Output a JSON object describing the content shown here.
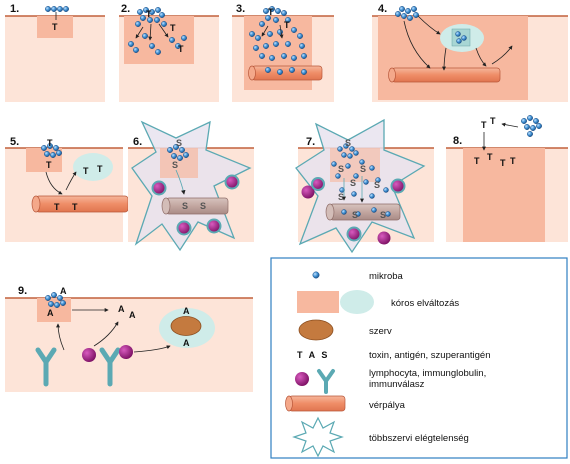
{
  "panels": {
    "p1": {
      "num": "1.",
      "t1": "T"
    },
    "p2": {
      "num": "2.",
      "t1": "T",
      "t2": "T",
      "t3": "T"
    },
    "p3": {
      "num": "3.",
      "t1": "T",
      "t2": "T"
    },
    "p4": {
      "num": "4."
    },
    "p5": {
      "num": "5.",
      "t1": "T",
      "t2": "T",
      "t3": "T",
      "t4": "T",
      "t5": "T"
    },
    "p6": {
      "num": "6.",
      "s1": "S",
      "s2": "S",
      "s3": "S",
      "s4": "S"
    },
    "p7": {
      "num": "7.",
      "s1": "S",
      "s2": "S",
      "s3": "S",
      "s4": "S",
      "s5": "S",
      "s6": "S",
      "s7": "S",
      "s8": "S"
    },
    "p8": {
      "num": "8.",
      "t1": "T",
      "t2": "T",
      "t3": "T",
      "t4": "T",
      "t5": "T"
    },
    "p9": {
      "num": "9.",
      "a1": "A",
      "a2": "A",
      "a3": "A",
      "a4": "A",
      "a5": "A",
      "a6": "A"
    }
  },
  "legend": {
    "microbe": "mikroba",
    "lesion": "kóros elváltozás",
    "organ": "szerv",
    "tas_symbol": "T A S",
    "tas": "toxin, antigén, szuperantigén",
    "lymph_line1": "lymphocyta, immunglobulin,",
    "lymph_line2": "immunválasz",
    "vessel": "vérpálya",
    "mof": "többszervi elégtelenség"
  },
  "colors": {
    "tissue": "#fde4d8",
    "lesion": "#f7b89f",
    "skin_line": "#c2603c",
    "vessel": "#f29c7b",
    "microbe": "#3d8fd1",
    "cyst": "#cfece9",
    "organ": "#c47a3f",
    "lymphocyte": "#9c1a7e",
    "antibody": "#5ba9b3"
  }
}
